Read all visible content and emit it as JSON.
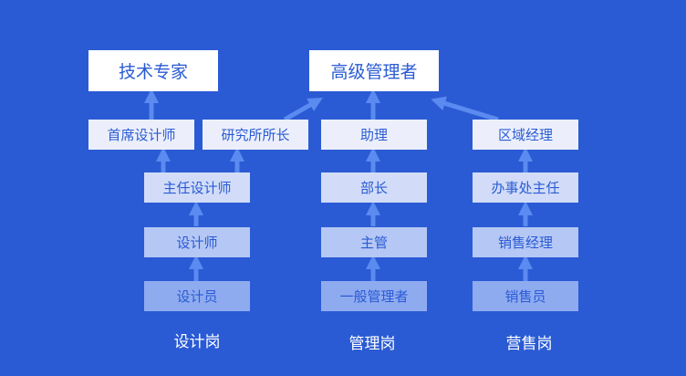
{
  "colors": {
    "background": "#2a5bd4",
    "text": "#2a5bd4",
    "arrow": "#5b8af0",
    "label": "#ffffff"
  },
  "boxes": {
    "tech_expert": "技术专家",
    "senior_manager": "高级管理者",
    "chief_designer": "首席设计师",
    "research_director": "研究所所长",
    "assistant": "助理",
    "regional_manager": "区域经理",
    "lead_designer": "主任设计师",
    "minister": "部长",
    "office_director": "办事处主任",
    "designer": "设计师",
    "supervisor": "主管",
    "sales_manager": "销售经理",
    "junior_designer": "设计员",
    "general_manager": "一般管理者",
    "sales_rep": "销售员"
  },
  "tracks": {
    "design": "设计岗",
    "management": "管理岗",
    "sales": "营售岗"
  }
}
